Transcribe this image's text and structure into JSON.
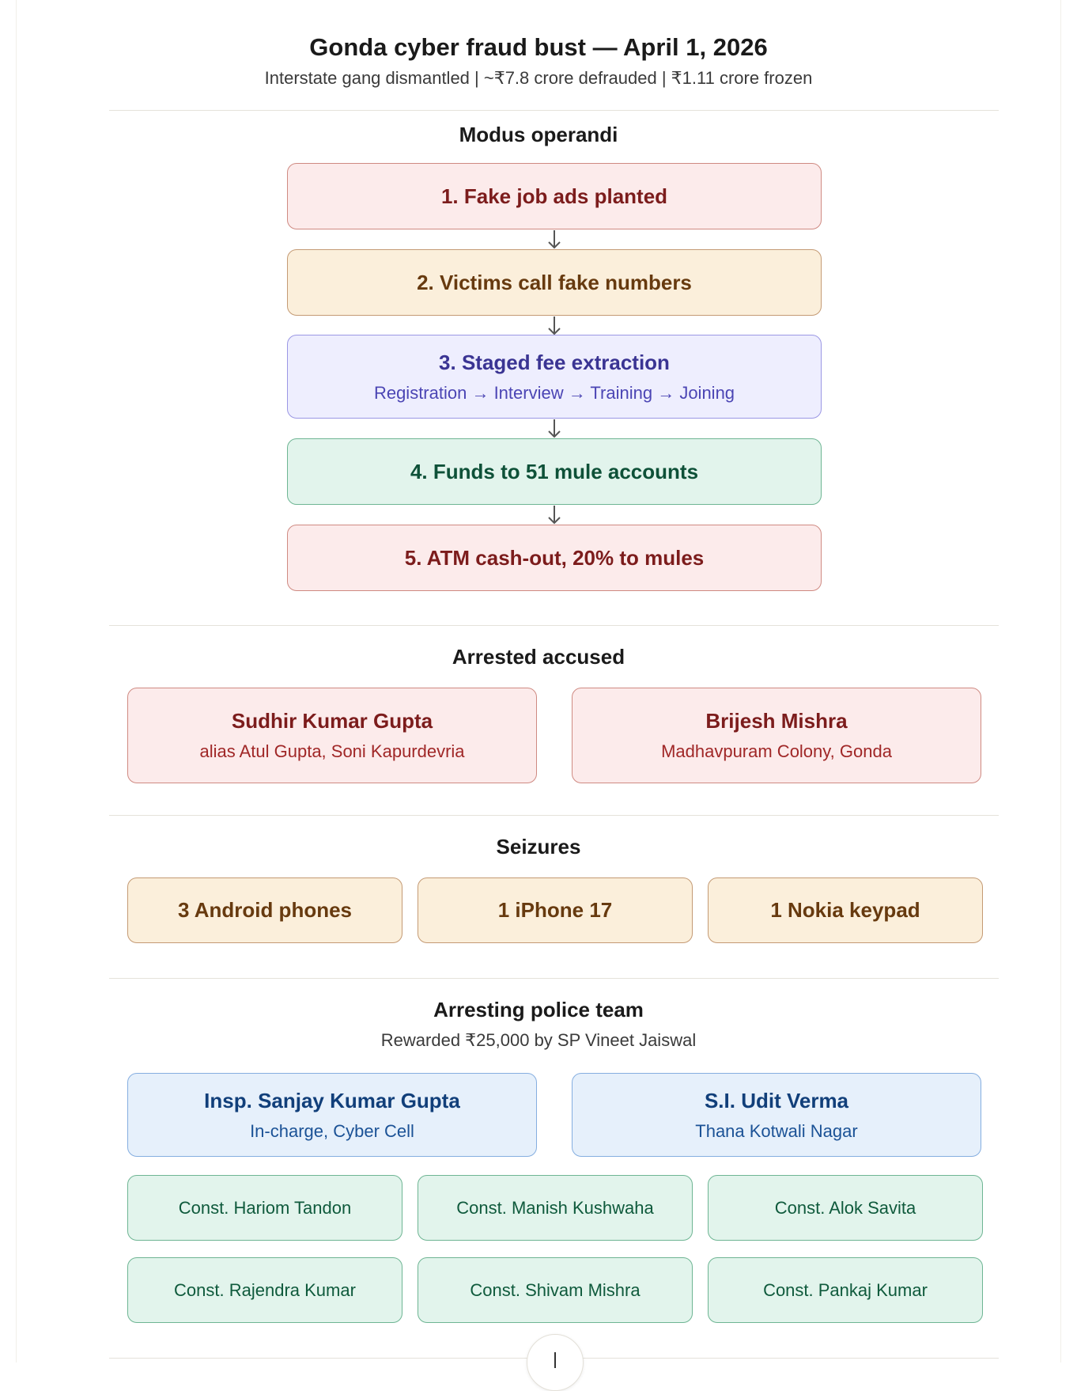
{
  "title": "Gonda cyber fraud bust — April 1, 2026",
  "subtitle": "Interstate gang dismantled | ~₹7.8 crore defrauded | ₹1.11 crore frozen",
  "modus": {
    "heading": "Modus operandi",
    "steps": [
      {
        "label": "1. Fake job ads planted",
        "color": "red"
      },
      {
        "label": "2. Victims call fake numbers",
        "color": "amber"
      },
      {
        "label": "3. Staged fee extraction",
        "detail": "Registration → Interview → Training → Joining",
        "color": "purple"
      },
      {
        "label": "4. Funds to 51 mule accounts",
        "color": "green"
      },
      {
        "label": "5. ATM cash-out, 20% to mules",
        "color": "red"
      }
    ]
  },
  "accused": {
    "heading": "Arrested accused",
    "people": [
      {
        "name": "Sudhir Kumar Gupta",
        "detail": "alias Atul Gupta, Soni Kapurdevria"
      },
      {
        "name": "Brijesh Mishra",
        "detail": "Madhavpuram Colony, Gonda"
      }
    ]
  },
  "seizures": {
    "heading": "Seizures",
    "items": [
      "3 Android phones",
      "1 iPhone 17",
      "1 Nokia keypad"
    ]
  },
  "team": {
    "heading": "Arresting police team",
    "subheading": "Rewarded ₹25,000 by SP Vineet Jaiswal",
    "officers": [
      {
        "name": "Insp. Sanjay Kumar Gupta",
        "detail": "In-charge, Cyber Cell"
      },
      {
        "name": "S.I. Udit Verma",
        "detail": "Thana Kotwali Nagar"
      }
    ],
    "constables": [
      "Const. Hariom Tandon",
      "Const. Manish Kushwaha",
      "Const. Alok Savita",
      "Const. Rajendra Kumar",
      "Const. Shivam Mishra",
      "Const. Pankaj Kumar"
    ]
  },
  "colors": {
    "red": "#fcebeb",
    "amber": "#fbefdb",
    "purple": "#eeeefe",
    "green": "#e2f4ec",
    "blue": "#e6f0fb"
  },
  "scroll_button_icon": "arrow-down-icon"
}
